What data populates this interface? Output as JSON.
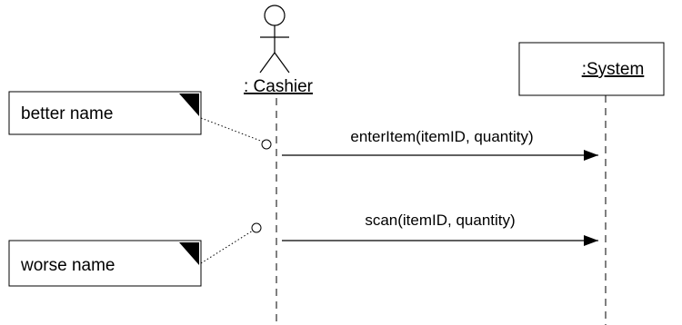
{
  "participants": {
    "cashier": {
      "label": ": Cashier",
      "kind": "actor"
    },
    "system": {
      "label": ":System",
      "kind": "object"
    }
  },
  "messages": [
    {
      "label": "enterItem(itemID, quantity)",
      "from": "cashier",
      "to": "system"
    },
    {
      "label": "scan(itemID, quantity)",
      "from": "cashier",
      "to": "system"
    }
  ],
  "notes": [
    {
      "text": "better name",
      "attached_to": "messages.0"
    },
    {
      "text": "worse name",
      "attached_to": "messages.1"
    }
  ]
}
